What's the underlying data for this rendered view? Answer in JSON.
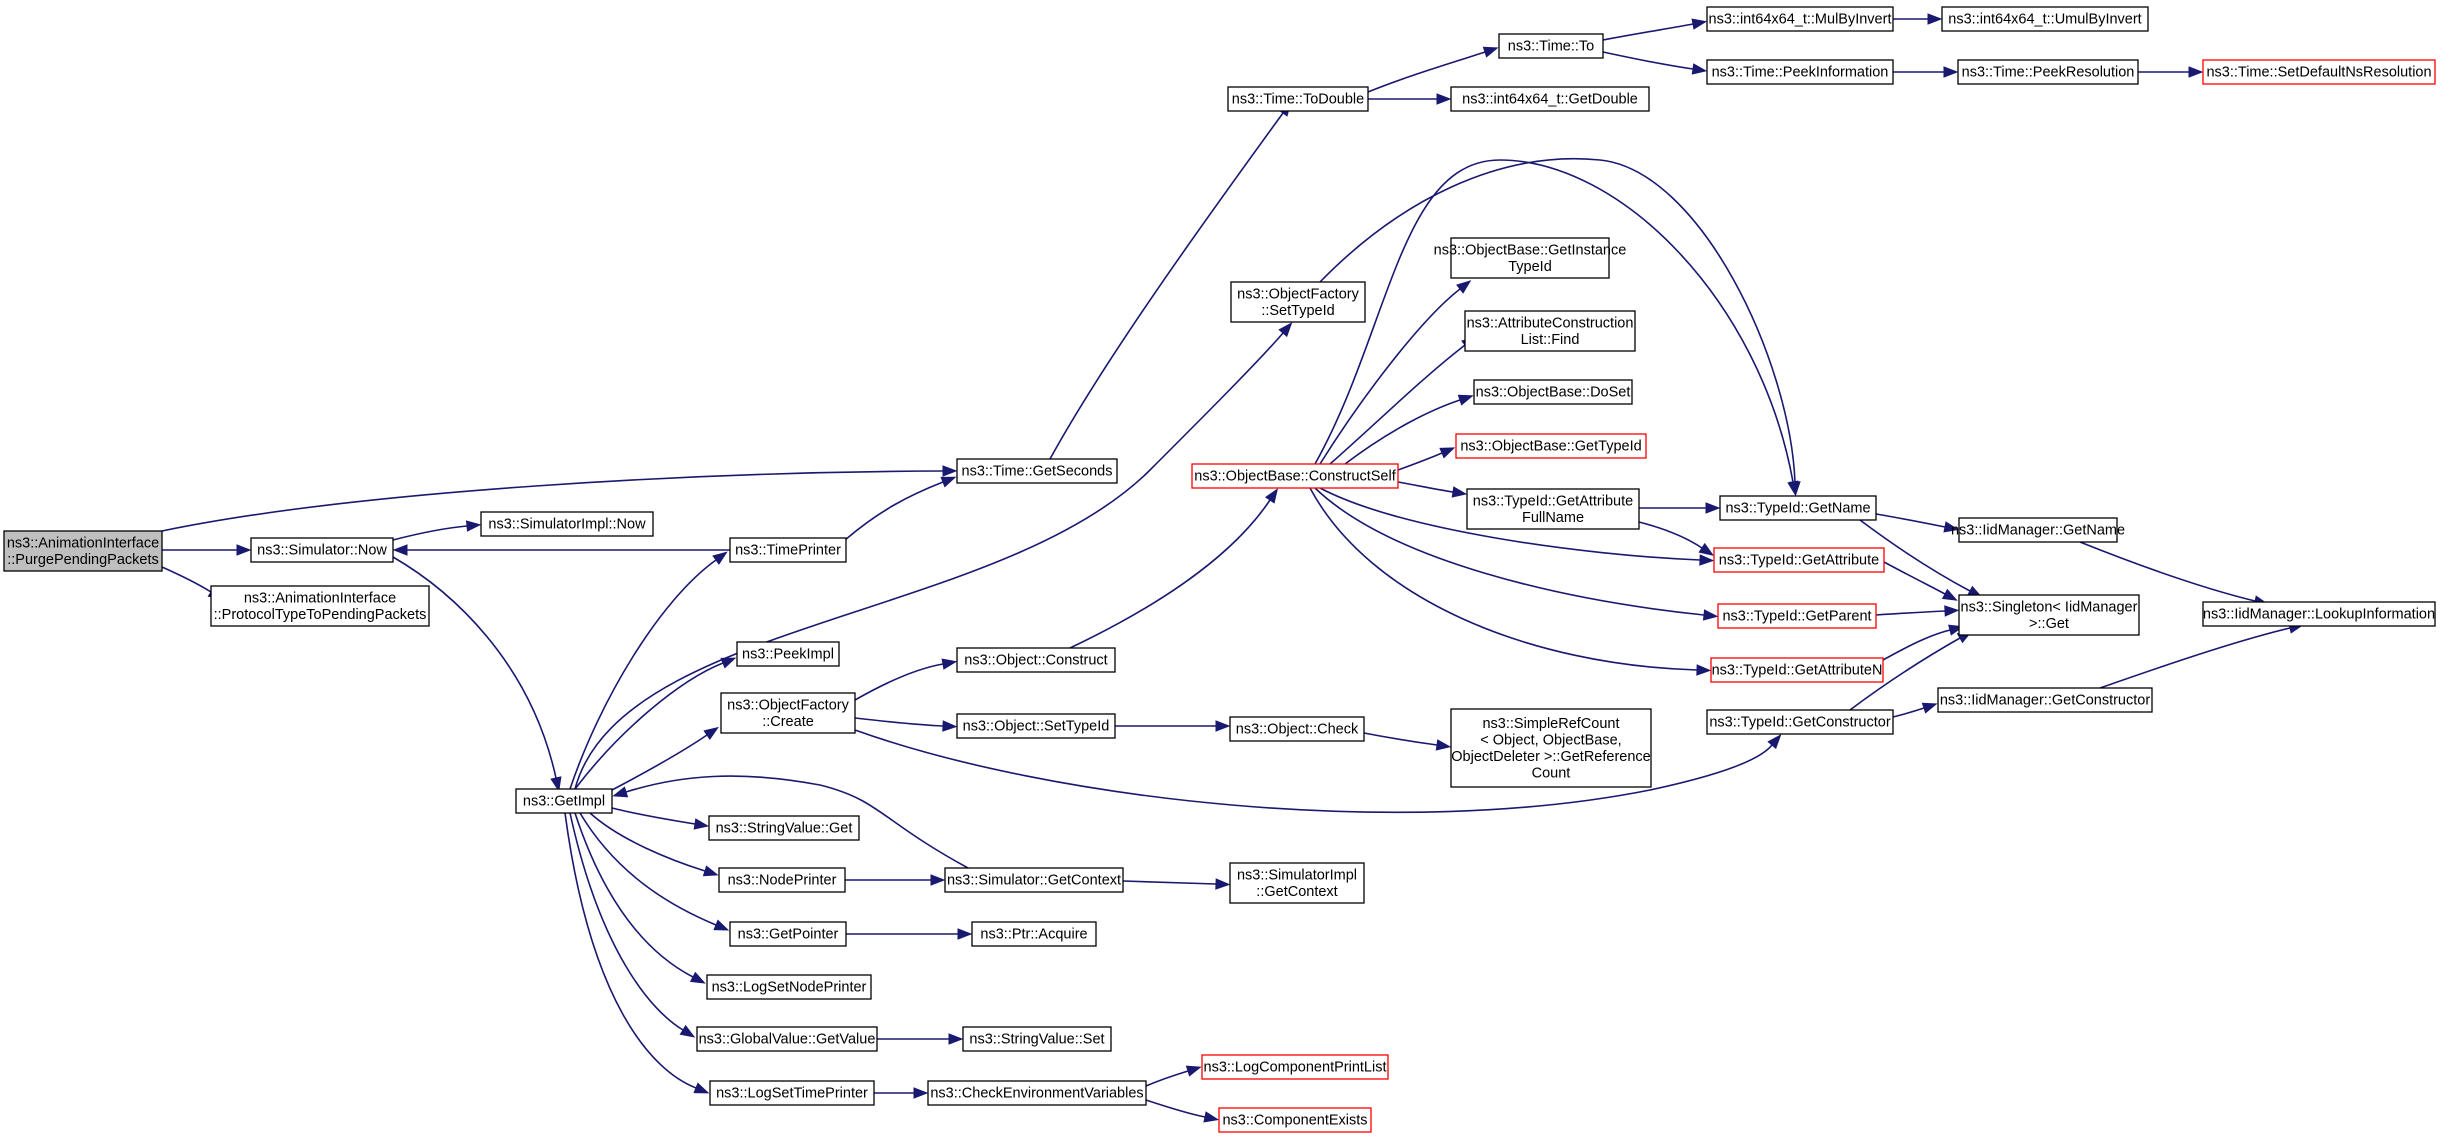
{
  "colors": {
    "edge": "#191970",
    "node_border": "#000000",
    "node_border_truncated": "#ff0000",
    "root_fill": "#bfbfbf",
    "node_fill": "#ffffff"
  },
  "nodes": {
    "purge_pending_packets": [
      "ns3::AnimationInterface",
      "::PurgePendingPackets"
    ],
    "protocol_type_to_pending_packets": [
      "ns3::AnimationInterface",
      "::ProtocolTypeToPendingPackets"
    ],
    "simulator_now": [
      "ns3::Simulator::Now"
    ],
    "simulatorimpl_now": [
      "ns3::SimulatorImpl::Now"
    ],
    "time_printer": [
      "ns3::TimePrinter"
    ],
    "time_getseconds": [
      "ns3::Time::GetSeconds"
    ],
    "time_todouble": [
      "ns3::Time::ToDouble"
    ],
    "time_to": [
      "ns3::Time::To"
    ],
    "int64_getdouble": [
      "ns3::int64x64_t::GetDouble"
    ],
    "int64_mulbyinvert": [
      "ns3::int64x64_t::MulByInvert"
    ],
    "int64_umulbyinvert": [
      "ns3::int64x64_t::UmulByInvert"
    ],
    "time_peekinformation": [
      "ns3::Time::PeekInformation"
    ],
    "time_peekresolution": [
      "ns3::Time::PeekResolution"
    ],
    "time_setdefaultnsresolution": [
      "ns3::Time::SetDefaultNsResolution"
    ],
    "getimpl": [
      "ns3::GetImpl"
    ],
    "peekimpl": [
      "ns3::PeekImpl"
    ],
    "objectfactory_create": [
      "ns3::ObjectFactory",
      "::Create"
    ],
    "objectfactory_settypeid": [
      "ns3::ObjectFactory",
      "::SetTypeId"
    ],
    "object_construct": [
      "ns3::Object::Construct"
    ],
    "object_settypeid": [
      "ns3::Object::SetTypeId"
    ],
    "object_check": [
      "ns3::Object::Check"
    ],
    "simplerefcount_getreferencecount": [
      "ns3::SimpleRefCount",
      "< Object, ObjectBase,",
      "ObjectDeleter >::GetReference",
      "Count"
    ],
    "objectbase_constructself": [
      "ns3::ObjectBase::ConstructSelf"
    ],
    "objectbase_getinstancetypeid": [
      "ns3::ObjectBase::GetInstance",
      "TypeId"
    ],
    "attributeconstructionlist_find": [
      "ns3::AttributeConstruction",
      "List::Find"
    ],
    "objectbase_doset": [
      "ns3::ObjectBase::DoSet"
    ],
    "objectbase_gettypeid": [
      "ns3::ObjectBase::GetTypeId"
    ],
    "typeid_getattributefullname": [
      "ns3::TypeId::GetAttribute",
      "FullName"
    ],
    "typeid_getname": [
      "ns3::TypeId::GetName"
    ],
    "typeid_getattribute": [
      "ns3::TypeId::GetAttribute"
    ],
    "typeid_getparent": [
      "ns3::TypeId::GetParent"
    ],
    "typeid_getattributen": [
      "ns3::TypeId::GetAttributeN"
    ],
    "typeid_getconstructor": [
      "ns3::TypeId::GetConstructor"
    ],
    "singleton_get": [
      "ns3::Singleton< IidManager",
      " >::Get"
    ],
    "iidmanager_getname": [
      "ns3::IidManager::GetName"
    ],
    "iidmanager_getconstructor": [
      "ns3::IidManager::GetConstructor"
    ],
    "iidmanager_lookupinformation": [
      "ns3::IidManager::LookupInformation"
    ],
    "stringvalue_get": [
      "ns3::StringValue::Get"
    ],
    "nodeprinter": [
      "ns3::NodePrinter"
    ],
    "simulator_getcontext": [
      "ns3::Simulator::GetContext"
    ],
    "simulatorimpl_getcontext": [
      "ns3::SimulatorImpl",
      "::GetContext"
    ],
    "getpointer": [
      "ns3::GetPointer"
    ],
    "ptr_acquire": [
      "ns3::Ptr::Acquire"
    ],
    "logsetnodeprinter": [
      "ns3::LogSetNodePrinter"
    ],
    "globalvalue_getvalue": [
      "ns3::GlobalValue::GetValue"
    ],
    "stringvalue_set": [
      "ns3::StringValue::Set"
    ],
    "logsettimeprinter": [
      "ns3::LogSetTimePrinter"
    ],
    "checkenvironmentvariables": [
      "ns3::CheckEnvironmentVariables"
    ],
    "logcomponentprintlist": [
      "ns3::LogComponentPrintList"
    ],
    "componentexists": [
      "ns3::ComponentExists"
    ]
  }
}
